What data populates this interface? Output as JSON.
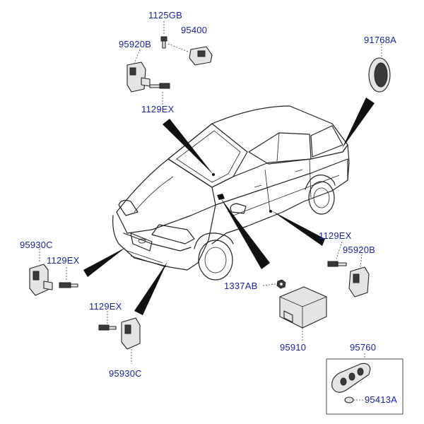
{
  "labels": {
    "p1125gb": "1125GB",
    "p95400": "95400",
    "p95920b_top": "95920B",
    "p1129ex_top": "1129EX",
    "p91768a": "91768A",
    "p95930c_left": "95930C",
    "p1129ex_left": "1129EX",
    "p1129ex_right": "1129EX",
    "p95920b_right": "95920B",
    "p1337ab": "1337AB",
    "p1129ex_bottom": "1129EX",
    "p95910": "95910",
    "p95930c_bottom": "95930C",
    "p95760": "95760",
    "p95413a": "95413A"
  },
  "colors": {
    "label": "#1a23a8",
    "line": "#222222",
    "pointer": "#111111"
  }
}
